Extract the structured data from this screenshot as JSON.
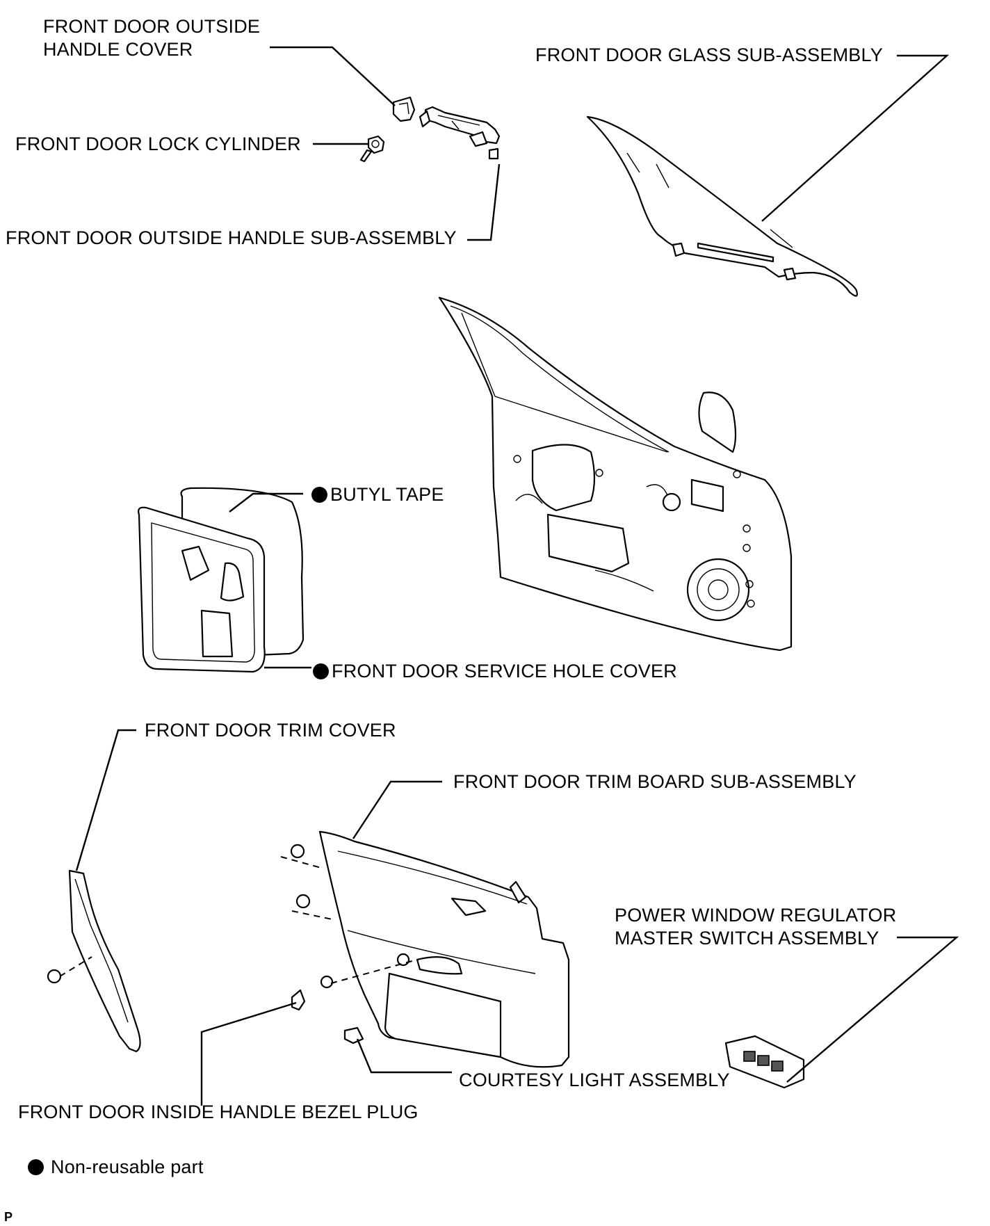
{
  "labels": {
    "outside_handle_cover": [
      "FRONT DOOR OUTSIDE",
      "HANDLE COVER"
    ],
    "lock_cylinder": "FRONT DOOR LOCK CYLINDER",
    "outside_handle_sub_assembly": "FRONT DOOR OUTSIDE HANDLE SUB-ASSEMBLY",
    "glass_sub_assembly": "FRONT DOOR GLASS SUB-ASSEMBLY",
    "butyl_tape": "BUTYL TAPE",
    "service_hole_cover": "FRONT DOOR SERVICE HOLE COVER",
    "trim_cover": "FRONT DOOR TRIM COVER",
    "trim_board_sub_assembly": "FRONT DOOR TRIM BOARD SUB-ASSEMBLY",
    "master_switch_assembly": [
      "POWER WINDOW REGULATOR",
      "MASTER SWITCH ASSEMBLY"
    ],
    "courtesy_light_assembly": "COURTESY LIGHT ASSEMBLY",
    "inside_handle_bezel_plug": "FRONT DOOR INSIDE HANDLE BEZEL PLUG"
  },
  "legend": {
    "non_reusable": "Non-reusable part"
  },
  "corner_mark": "P",
  "non_reusable_parts": [
    "butyl_tape",
    "service_hole_cover"
  ]
}
